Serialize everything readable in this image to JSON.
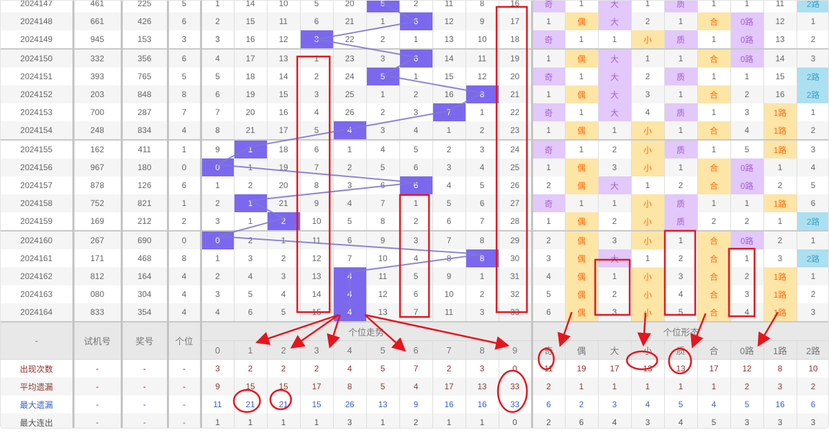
{
  "header": {
    "period": "-",
    "trial": "试机号",
    "prize": "奖号",
    "units": "个位",
    "trend_group": "个位走势",
    "form_group": "个位形态",
    "digits": [
      "0",
      "1",
      "2",
      "3",
      "4",
      "5",
      "6",
      "7",
      "8",
      "9"
    ],
    "forms": [
      "奇",
      "偶",
      "大",
      "小",
      "质",
      "合",
      "0路",
      "1路",
      "2路"
    ]
  },
  "rows": [
    {
      "period": "2024147",
      "trial": "461",
      "prize": "225",
      "units": "5",
      "digits": [
        "1",
        "14",
        "10",
        "5",
        "20",
        "5",
        "2",
        "11",
        "8",
        "16"
      ],
      "forms": [
        "奇",
        "1",
        "大",
        "1",
        "质",
        "1",
        "1",
        "11",
        "2路"
      ]
    },
    {
      "period": "2024148",
      "trial": "661",
      "prize": "426",
      "units": "6",
      "digits": [
        "2",
        "15",
        "11",
        "6",
        "21",
        "1",
        "6",
        "12",
        "9",
        "17"
      ],
      "forms": [
        "1",
        "偶",
        "大",
        "2",
        "1",
        "合",
        "0路",
        "12",
        "1"
      ]
    },
    {
      "period": "2024149",
      "trial": "945",
      "prize": "153",
      "units": "3",
      "digits": [
        "3",
        "16",
        "12",
        "3",
        "22",
        "2",
        "1",
        "13",
        "10",
        "18"
      ],
      "forms": [
        "奇",
        "1",
        "1",
        "小",
        "质",
        "1",
        "0路",
        "13",
        "2"
      ]
    },
    {
      "period": "2024150",
      "trial": "332",
      "prize": "356",
      "units": "6",
      "digits": [
        "4",
        "17",
        "13",
        "1",
        "23",
        "3",
        "6",
        "14",
        "11",
        "19"
      ],
      "forms": [
        "1",
        "偶",
        "大",
        "1",
        "1",
        "合",
        "0路",
        "14",
        "3"
      ]
    },
    {
      "period": "2024151",
      "trial": "393",
      "prize": "765",
      "units": "5",
      "digits": [
        "5",
        "18",
        "14",
        "2",
        "24",
        "5",
        "1",
        "15",
        "12",
        "20"
      ],
      "forms": [
        "奇",
        "1",
        "大",
        "2",
        "质",
        "1",
        "1",
        "15",
        "2路"
      ]
    },
    {
      "period": "2024152",
      "trial": "203",
      "prize": "848",
      "units": "8",
      "digits": [
        "6",
        "19",
        "15",
        "3",
        "25",
        "1",
        "2",
        "16",
        "8",
        "21"
      ],
      "forms": [
        "1",
        "偶",
        "大",
        "3",
        "1",
        "合",
        "2",
        "16",
        "2路"
      ]
    },
    {
      "period": "2024153",
      "trial": "700",
      "prize": "287",
      "units": "7",
      "digits": [
        "7",
        "20",
        "16",
        "4",
        "26",
        "2",
        "3",
        "7",
        "1",
        "22"
      ],
      "forms": [
        "奇",
        "1",
        "大",
        "4",
        "质",
        "1",
        "3",
        "1路",
        "1"
      ]
    },
    {
      "period": "2024154",
      "trial": "248",
      "prize": "834",
      "units": "4",
      "digits": [
        "8",
        "21",
        "17",
        "5",
        "4",
        "3",
        "4",
        "1",
        "2",
        "23"
      ],
      "forms": [
        "1",
        "偶",
        "1",
        "小",
        "1",
        "合",
        "4",
        "1路",
        "2"
      ]
    },
    {
      "period": "2024155",
      "trial": "162",
      "prize": "411",
      "units": "1",
      "digits": [
        "9",
        "1",
        "18",
        "6",
        "1",
        "4",
        "5",
        "2",
        "3",
        "24"
      ],
      "forms": [
        "奇",
        "1",
        "2",
        "小",
        "质",
        "1",
        "5",
        "1路",
        "3"
      ]
    },
    {
      "period": "2024156",
      "trial": "967",
      "prize": "180",
      "units": "0",
      "digits": [
        "0",
        "1",
        "19",
        "7",
        "2",
        "5",
        "6",
        "3",
        "4",
        "25"
      ],
      "forms": [
        "1",
        "偶",
        "3",
        "小",
        "1",
        "合",
        "0路",
        "1",
        "4"
      ]
    },
    {
      "period": "2024157",
      "trial": "878",
      "prize": "126",
      "units": "6",
      "digits": [
        "1",
        "2",
        "20",
        "8",
        "3",
        "6",
        "6",
        "4",
        "5",
        "26"
      ],
      "forms": [
        "2",
        "偶",
        "大",
        "1",
        "2",
        "合",
        "0路",
        "2",
        "5"
      ]
    },
    {
      "period": "2024158",
      "trial": "752",
      "prize": "821",
      "units": "1",
      "digits": [
        "2",
        "1",
        "21",
        "9",
        "4",
        "7",
        "1",
        "5",
        "6",
        "27"
      ],
      "forms": [
        "奇",
        "1",
        "1",
        "小",
        "质",
        "1",
        "1",
        "1路",
        "6"
      ]
    },
    {
      "period": "2024159",
      "trial": "169",
      "prize": "212",
      "units": "2",
      "digits": [
        "3",
        "1",
        "2",
        "10",
        "5",
        "8",
        "2",
        "6",
        "7",
        "28"
      ],
      "forms": [
        "1",
        "偶",
        "2",
        "小",
        "质",
        "2",
        "2",
        "1",
        "2路"
      ]
    },
    {
      "period": "2024160",
      "trial": "267",
      "prize": "690",
      "units": "0",
      "digits": [
        "0",
        "2",
        "1",
        "11",
        "6",
        "9",
        "3",
        "7",
        "8",
        "29"
      ],
      "forms": [
        "2",
        "偶",
        "3",
        "小",
        "1",
        "合",
        "0路",
        "2",
        "1"
      ]
    },
    {
      "period": "2024161",
      "trial": "171",
      "prize": "468",
      "units": "8",
      "digits": [
        "1",
        "3",
        "2",
        "12",
        "7",
        "10",
        "4",
        "8",
        "8",
        "30"
      ],
      "forms": [
        "3",
        "偶",
        "大",
        "1",
        "2",
        "合",
        "1",
        "3",
        "2路"
      ]
    },
    {
      "period": "2024162",
      "trial": "812",
      "prize": "164",
      "units": "4",
      "digits": [
        "2",
        "4",
        "3",
        "13",
        "4",
        "11",
        "5",
        "9",
        "1",
        "31"
      ],
      "forms": [
        "4",
        "偶",
        "1",
        "小",
        "3",
        "合",
        "2",
        "1路",
        "1"
      ]
    },
    {
      "period": "2024163",
      "trial": "080",
      "prize": "304",
      "units": "4",
      "digits": [
        "3",
        "5",
        "4",
        "14",
        "4",
        "12",
        "6",
        "10",
        "2",
        "32"
      ],
      "forms": [
        "5",
        "偶",
        "2",
        "小",
        "4",
        "合",
        "3",
        "1路",
        "2"
      ]
    },
    {
      "period": "2024164",
      "trial": "833",
      "prize": "354",
      "units": "4",
      "digits": [
        "4",
        "6",
        "5",
        "15",
        "4",
        "13",
        "7",
        "11",
        "3",
        "33"
      ],
      "forms": [
        "6",
        "偶",
        "3",
        "小",
        "5",
        "合",
        "4",
        "1路",
        "3"
      ]
    }
  ],
  "stats": [
    {
      "label": "出现次数",
      "trial": "-",
      "prize": "-",
      "units": "-",
      "digits": [
        "3",
        "2",
        "2",
        "2",
        "4",
        "5",
        "7",
        "2",
        "3",
        "0"
      ],
      "forms": [
        "11",
        "19",
        "17",
        "13",
        "13",
        "17",
        "12",
        "8",
        "10"
      ]
    },
    {
      "label": "平均遗漏",
      "trial": "-",
      "prize": "-",
      "units": "-",
      "digits": [
        "9",
        "15",
        "15",
        "17",
        "8",
        "5",
        "4",
        "17",
        "13",
        "33"
      ],
      "forms": [
        "2",
        "1",
        "1",
        "1",
        "1",
        "1",
        "2",
        "3",
        "2"
      ]
    },
    {
      "label": "最大遗漏",
      "trial": "-",
      "prize": "-",
      "units": "-",
      "digits": [
        "11",
        "21",
        "21",
        "15",
        "26",
        "13",
        "9",
        "16",
        "16",
        "33"
      ],
      "forms": [
        "6",
        "2",
        "3",
        "4",
        "5",
        "4",
        "5",
        "16",
        "6"
      ]
    },
    {
      "label": "最大连出",
      "trial": "-",
      "prize": "-",
      "units": "-",
      "digits": [
        "1",
        "1",
        "1",
        "1",
        "3",
        "1",
        "2",
        "1",
        "1",
        "0"
      ],
      "forms": [
        "2",
        "6",
        "4",
        "3",
        "4",
        "5",
        "3",
        "3",
        "3"
      ]
    }
  ],
  "colors": {
    "hit": "#7b68ee",
    "trend_line": "#7f78d2",
    "form_purple": "#e2c8fb",
    "form_yellow": "#fde5a6",
    "form_blue": "#ace0f0",
    "annotation": "#e8141c"
  }
}
